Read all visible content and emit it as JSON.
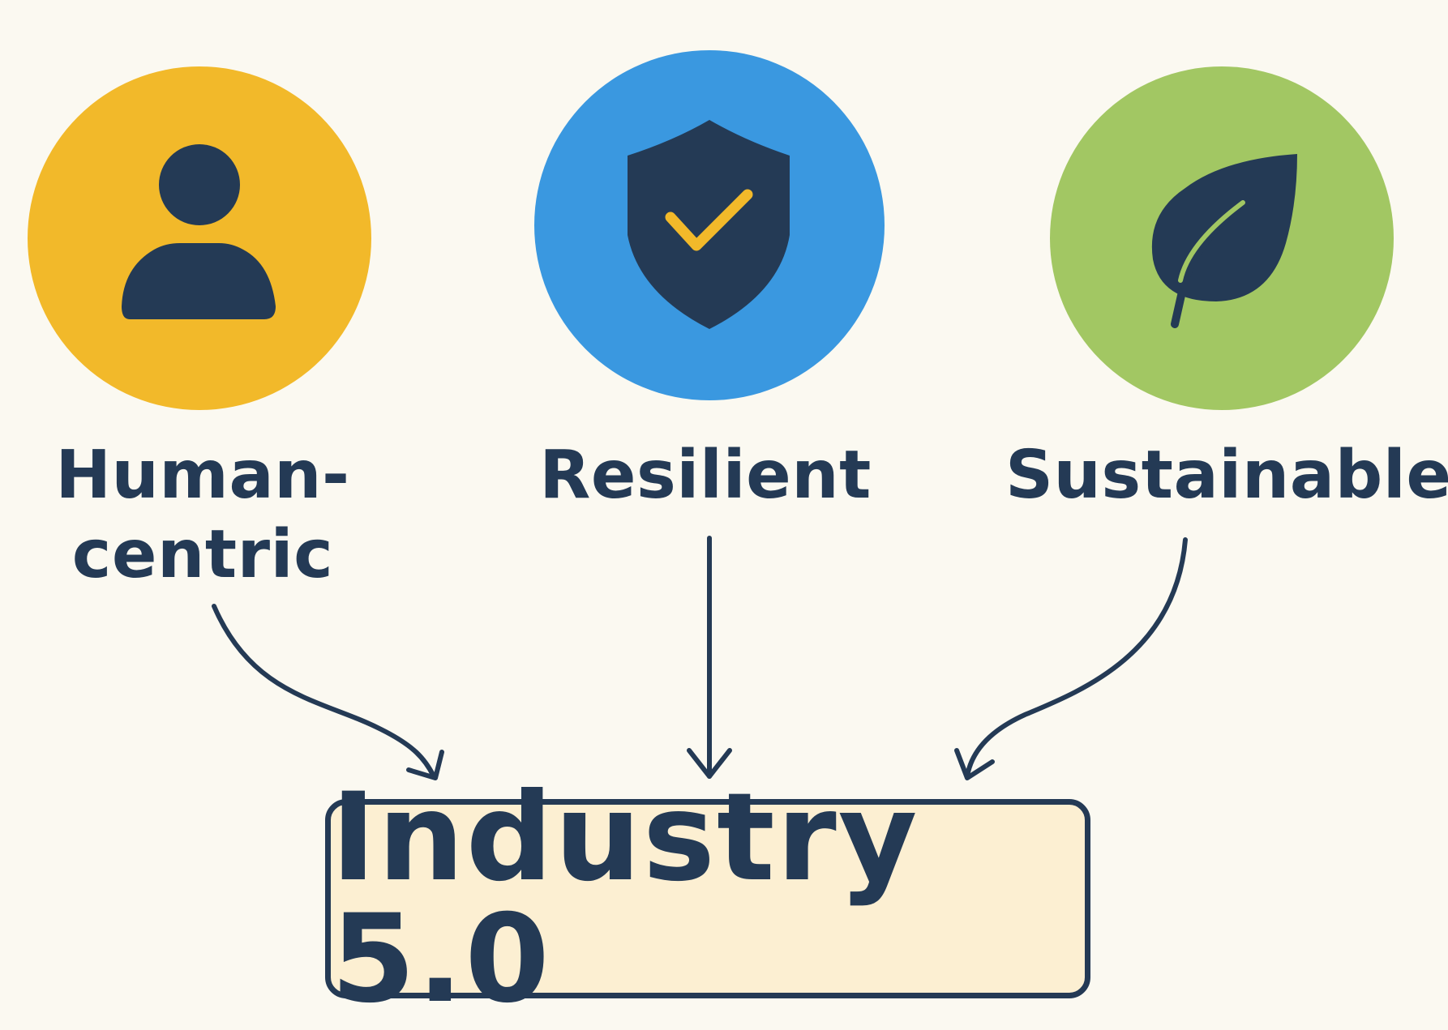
{
  "pillars": [
    {
      "label": "Human-\ncentric",
      "icon": "person-icon",
      "color": "#f2b92a"
    },
    {
      "label": "Resilient",
      "icon": "shield-check-icon",
      "color": "#3a98e0"
    },
    {
      "label": "Sustainable",
      "icon": "leaf-icon",
      "color": "#a2c763"
    }
  ],
  "result": {
    "label": "Industry 5.0"
  },
  "colors": {
    "background": "#fbf9f1",
    "ink": "#243a55",
    "check": "#f2b92a",
    "box_fill": "#fcefd2"
  }
}
